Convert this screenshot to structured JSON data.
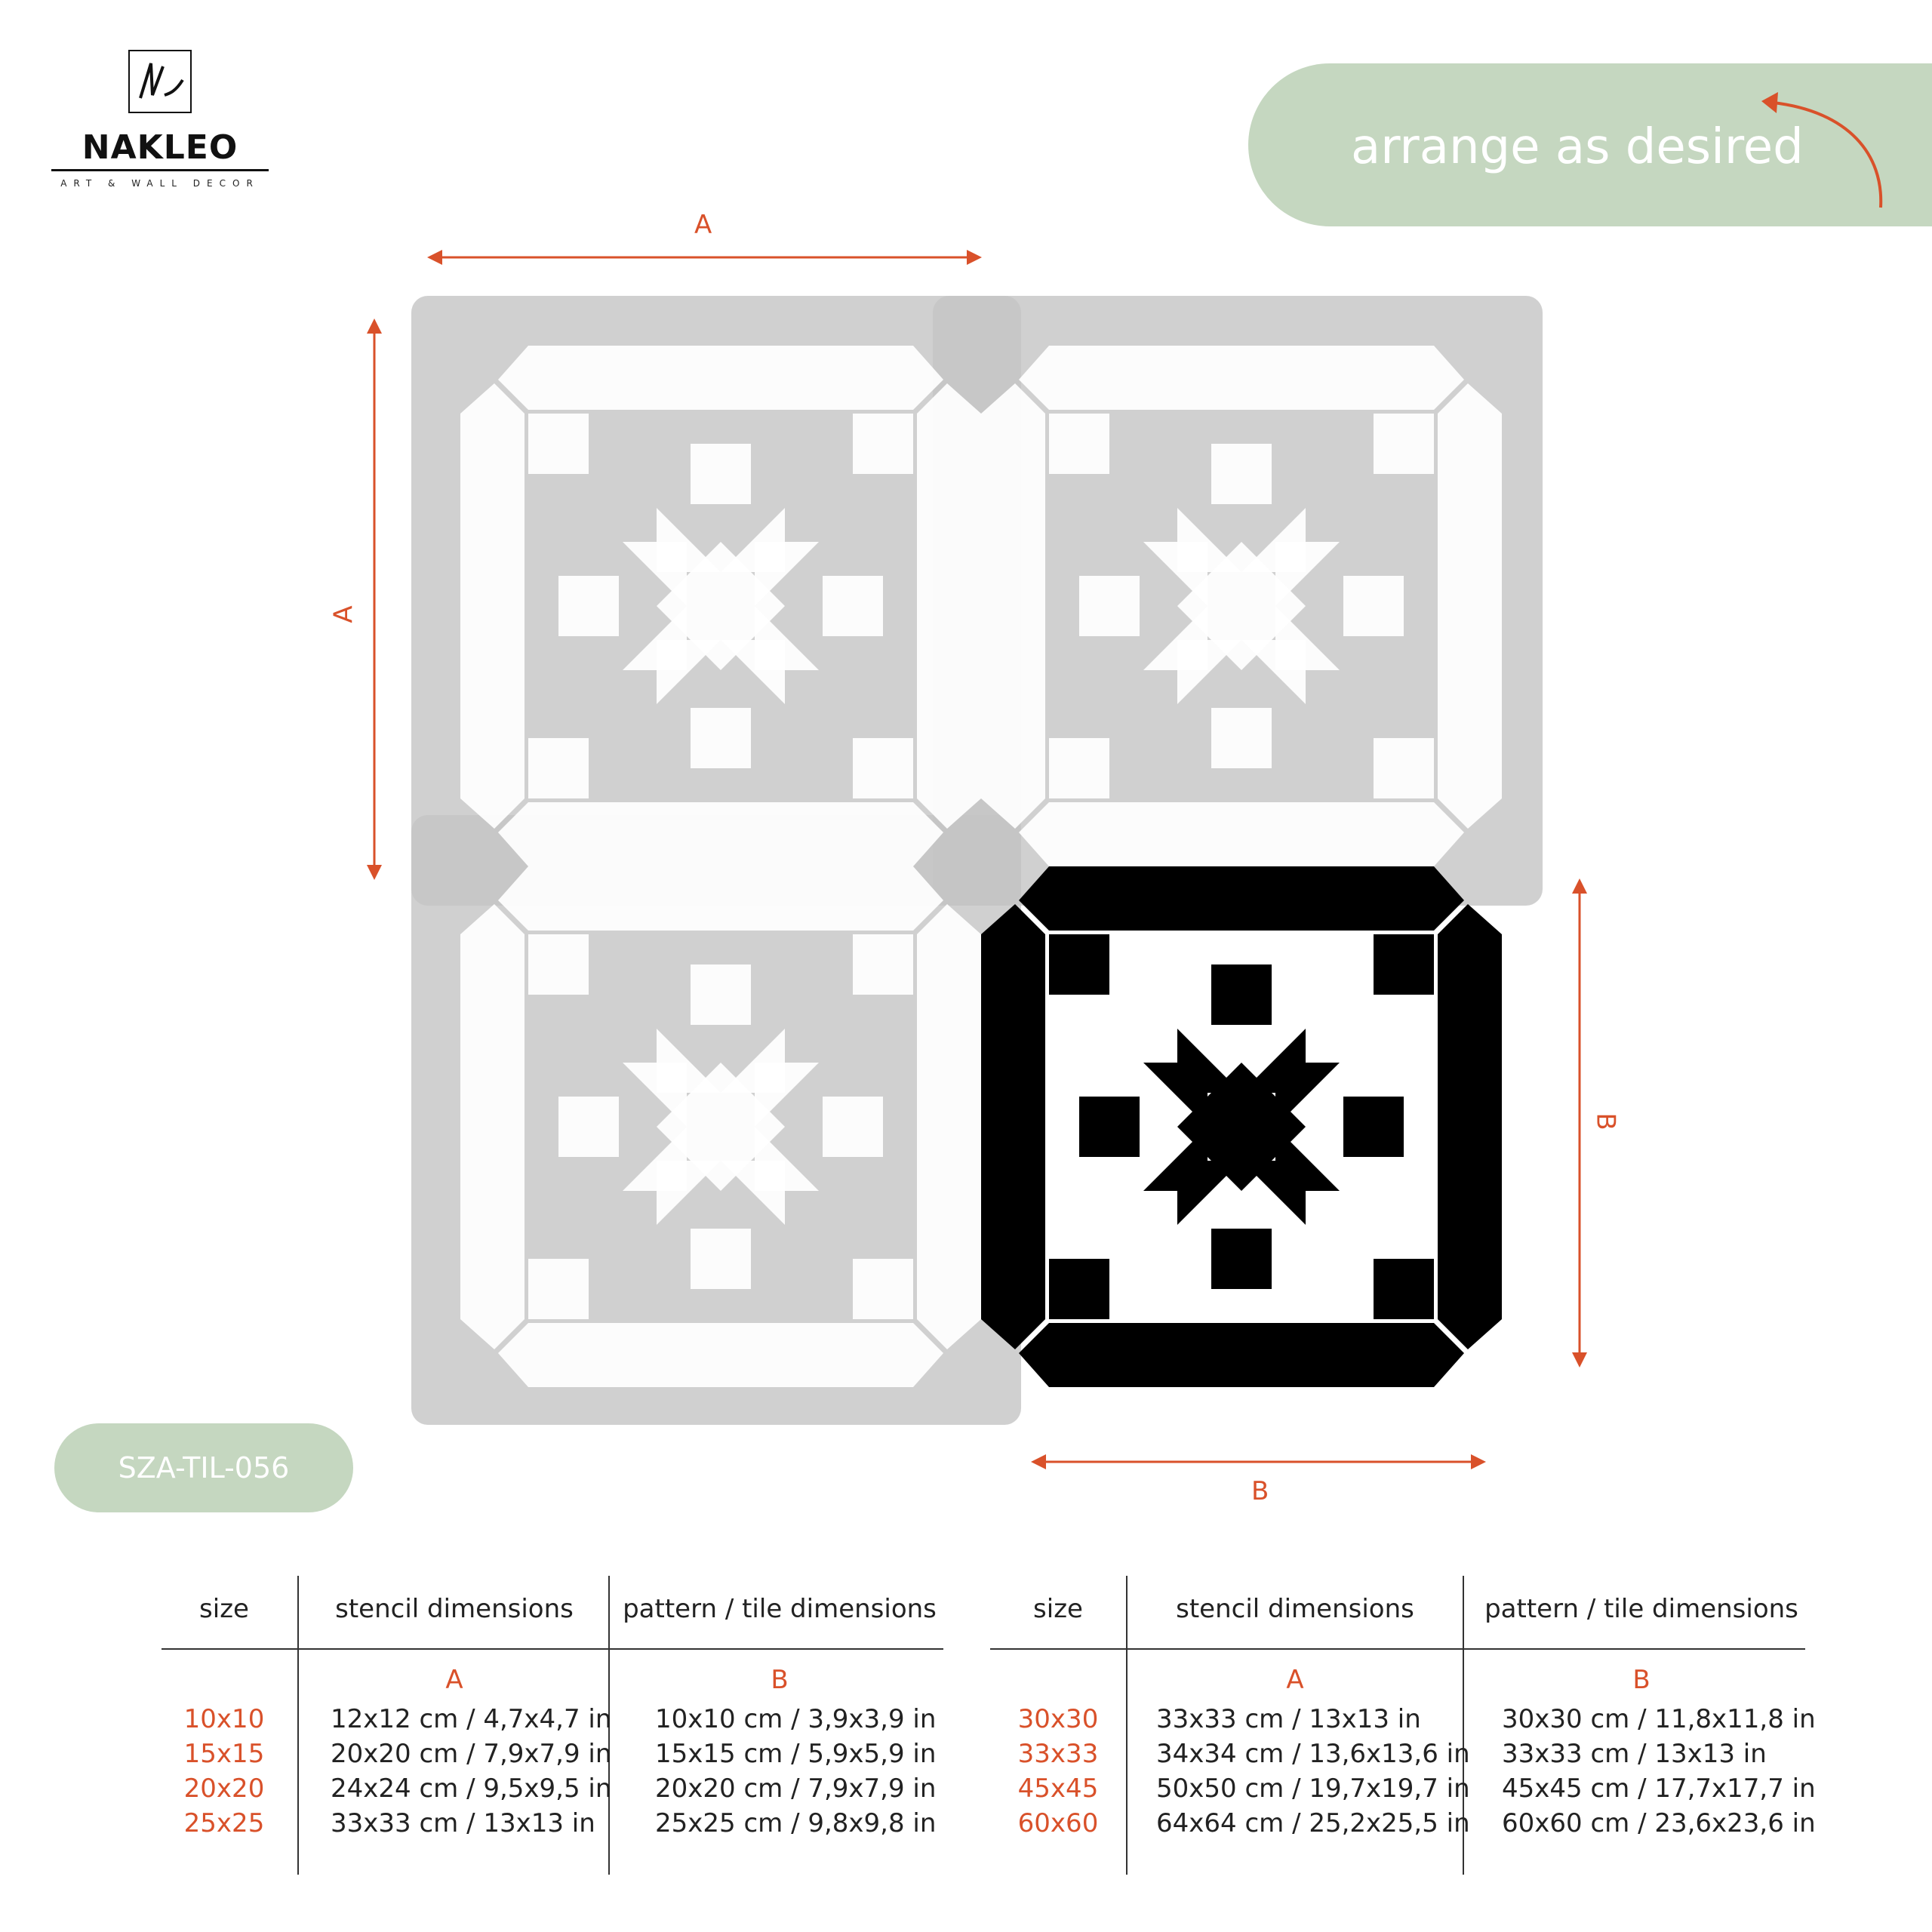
{
  "brand": {
    "name": "NAKLEO",
    "tagline": "ART & WALL DECOR"
  },
  "badge_top": {
    "text": "arrange as desired"
  },
  "product_code": "SZA-TIL-056",
  "dimension_labels": {
    "a_top": "A",
    "a_left": "A",
    "b_right": "B",
    "b_bottom": "B"
  },
  "colors": {
    "accent": "#d9512a",
    "pill": "#c5d7c0",
    "stencil_grey": "#cfcfcf",
    "ink": "#000000"
  },
  "tables": [
    {
      "headers": [
        "size",
        "stencil dimensions",
        "pattern / tile dimensions"
      ],
      "subheaders": [
        "",
        "A",
        "B"
      ],
      "rows": [
        [
          "10x10",
          "12x12 cm / 4,7x4,7 in",
          "10x10 cm / 3,9x3,9 in"
        ],
        [
          "15x15",
          "20x20 cm / 7,9x7,9 in",
          "15x15 cm / 5,9x5,9 in"
        ],
        [
          "20x20",
          "24x24 cm / 9,5x9,5 in",
          "20x20 cm / 7,9x7,9 in"
        ],
        [
          "25x25",
          "33x33 cm / 13x13 in",
          "25x25 cm / 9,8x9,8 in"
        ]
      ]
    },
    {
      "headers": [
        "size",
        "stencil dimensions",
        "pattern / tile dimensions"
      ],
      "subheaders": [
        "",
        "A",
        "B"
      ],
      "rows": [
        [
          "30x30",
          "33x33 cm / 13x13 in",
          "30x30 cm / 11,8x11,8 in"
        ],
        [
          "33x33",
          "34x34 cm / 13,6x13,6 in",
          "33x33 cm / 13x13 in"
        ],
        [
          "45x45",
          "50x50 cm / 19,7x19,7 in",
          "45x45 cm / 17,7x17,7 in"
        ],
        [
          "60x60",
          "64x64 cm / 25,2x25,5 in",
          "60x60 cm / 23,6x23,6 in"
        ]
      ]
    }
  ]
}
